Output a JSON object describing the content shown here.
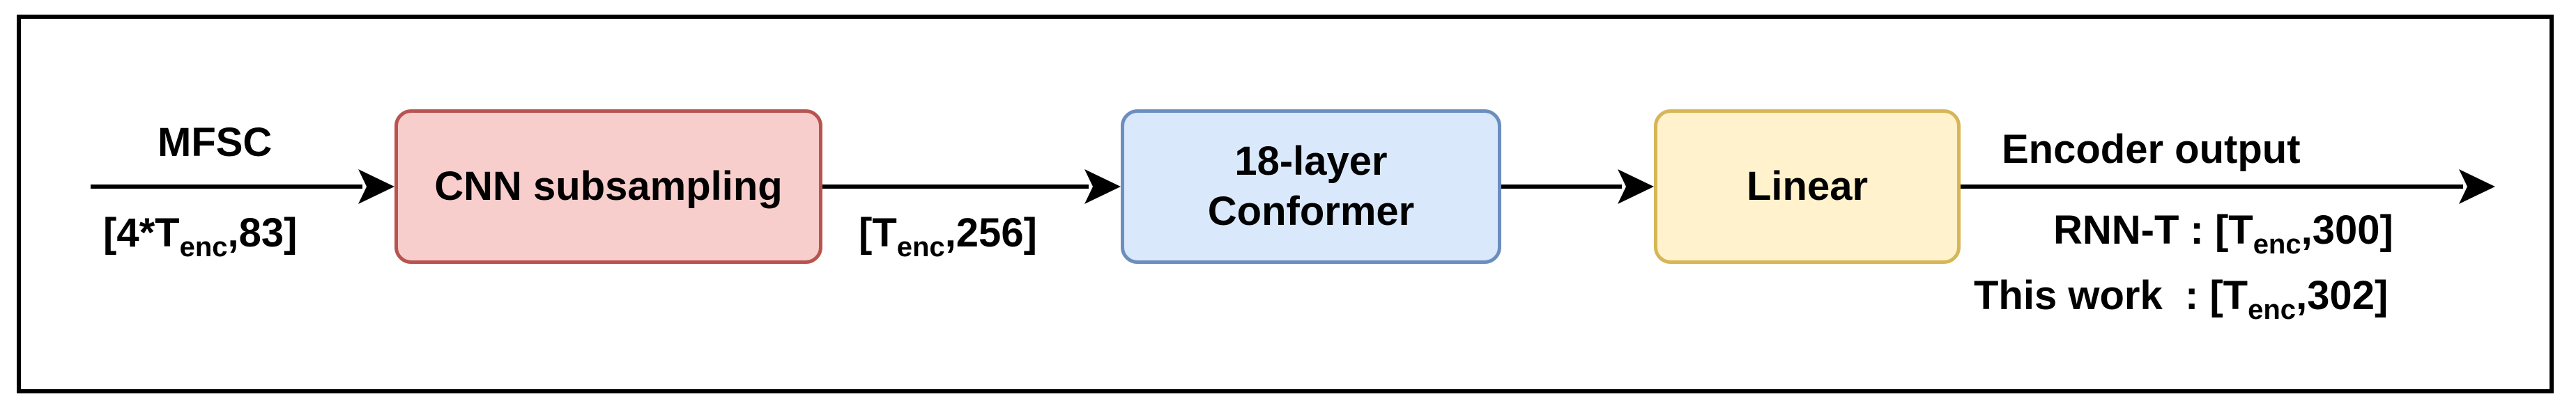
{
  "colors": {
    "cnn_fill": "#f8cecc",
    "cnn_border": "#b85450",
    "conformer_fill": "#dae8fc",
    "conformer_border": "#6c8ebf",
    "linear_fill": "#fff2cc",
    "linear_border": "#d6b656",
    "line": "#000000"
  },
  "blocks": {
    "cnn": {
      "label": "CNN subsampling"
    },
    "conformer": {
      "line1": "18-layer",
      "line2": "Conformer"
    },
    "linear": {
      "label": "Linear"
    }
  },
  "input": {
    "name": "MFSC",
    "shape_prefix": "[4*T",
    "shape_sub": "enc",
    "shape_suffix": ",83]"
  },
  "intermediate": {
    "shape_prefix": "[T",
    "shape_sub": "enc",
    "shape_suffix": ",256]"
  },
  "output": {
    "name": "Encoder output",
    "rnnt_prefix": "RNN-T : [T",
    "rnnt_sub": "enc",
    "rnnt_suffix": ",300]",
    "this_prefix": "This work  : [T",
    "this_sub": "enc",
    "this_suffix": ",302]"
  }
}
